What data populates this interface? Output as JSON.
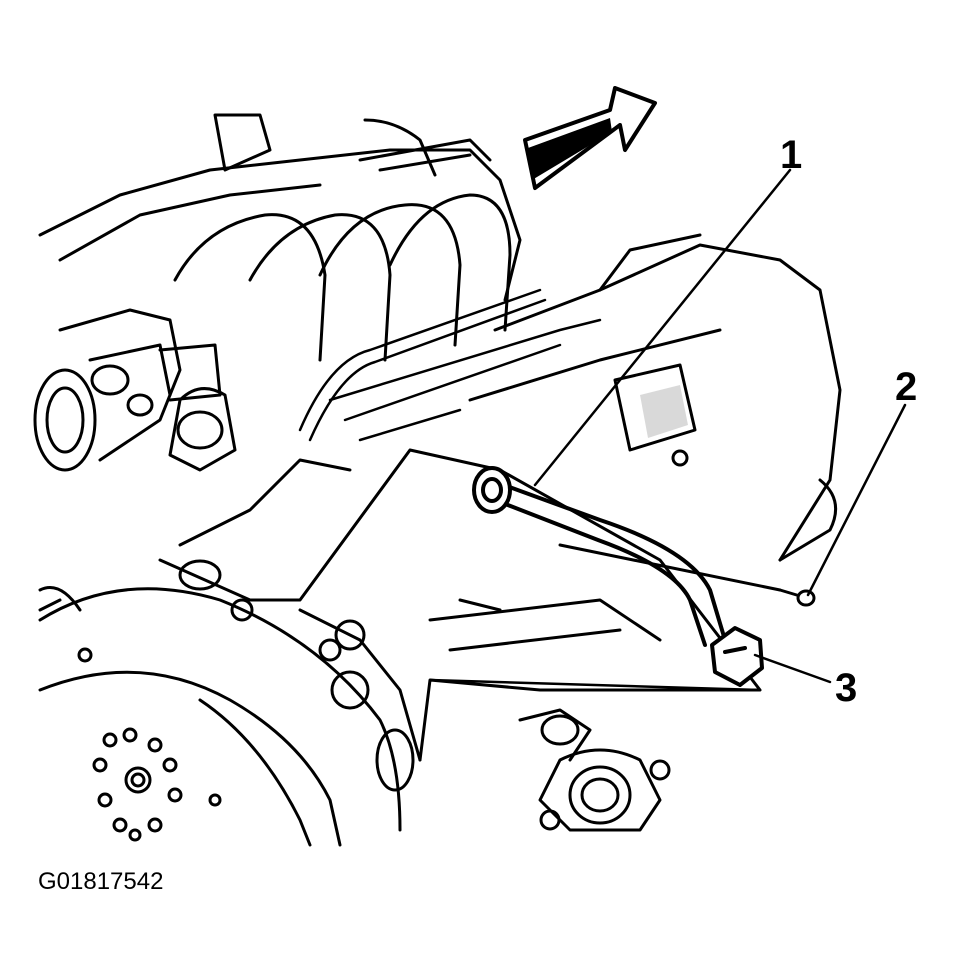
{
  "figure": {
    "id": "G01817542",
    "callouts": [
      {
        "number": "1",
        "part": "tube"
      },
      {
        "number": "2",
        "part": "bolt"
      },
      {
        "number": "3",
        "part": "fitting-nut"
      }
    ],
    "ink_color": "#000000",
    "paper_color": "#ffffff"
  }
}
